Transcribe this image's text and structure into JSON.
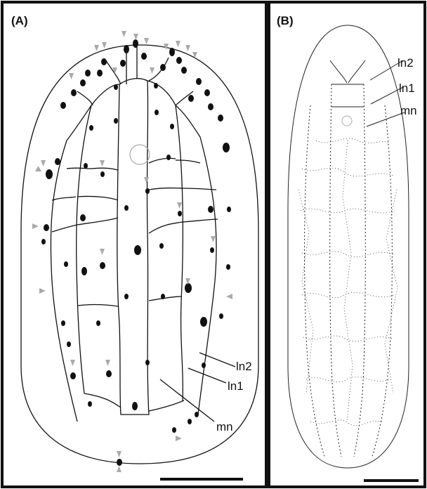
{
  "panels": [
    {
      "id": "A",
      "label": "(A)"
    },
    {
      "id": "B",
      "label": "(B)"
    }
  ],
  "labels_a": {
    "ln2": "ln2",
    "ln1": "ln1",
    "mn": "mn"
  },
  "labels_b": {
    "ln2": "ln2",
    "ln1": "ln1",
    "mn": "mn"
  },
  "colors": {
    "border": "#111111",
    "line": "#111111",
    "marker": "#aaaaaa",
    "background": "#ffffff"
  }
}
